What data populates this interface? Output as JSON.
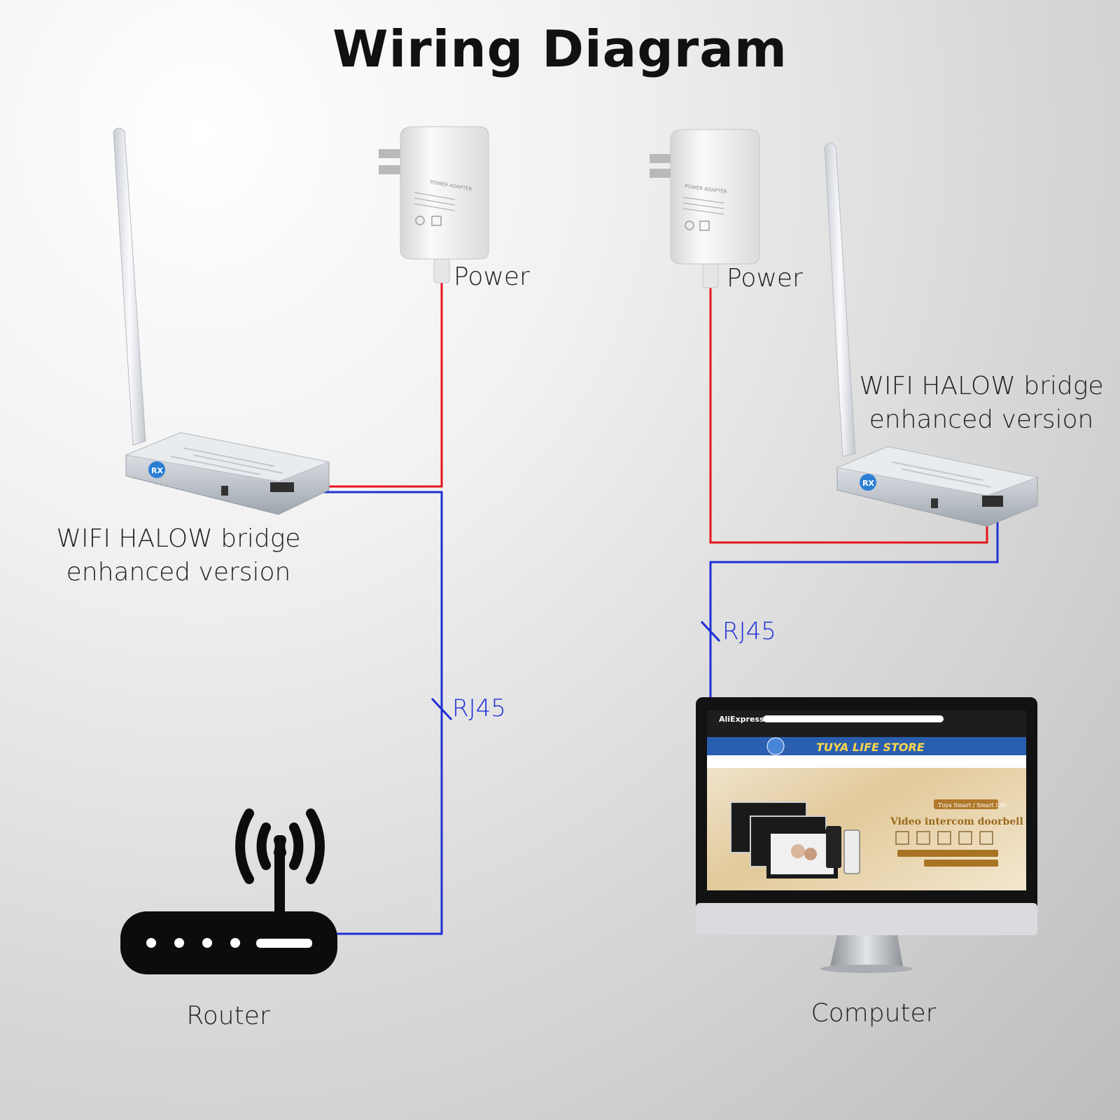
{
  "title": "Wiring Diagram",
  "labels": {
    "power_left": "Power",
    "power_right": "Power",
    "bridge_left_line1": "WIFI HALOW bridge",
    "bridge_left_line2": "enhanced version",
    "bridge_right_line1": "WIFI HALOW bridge",
    "bridge_right_line2": "enhanced version",
    "rj45_left": "RJ45",
    "rj45_right": "RJ45",
    "router": "Router",
    "computer": "Computer"
  },
  "device_text": {
    "bridge_badge": "RX",
    "adapter_label": "POWER ADAPTER",
    "screen_brand": "AliExpress",
    "screen_store_banner": "TUYA LIFE STORE",
    "screen_tag": "Tuya Smart / Smart Life",
    "screen_headline": "Video intercom doorbell"
  },
  "colors": {
    "power_wire": "#e8141b",
    "network_wire": "#1f2fd6",
    "router_fill": "#0c0c0c",
    "device_body": "#d9dde2"
  },
  "icons": [
    "antenna",
    "power-adapter",
    "wifi-bridge",
    "router-icon",
    "wifi-signal-icon",
    "computer-monitor"
  ]
}
